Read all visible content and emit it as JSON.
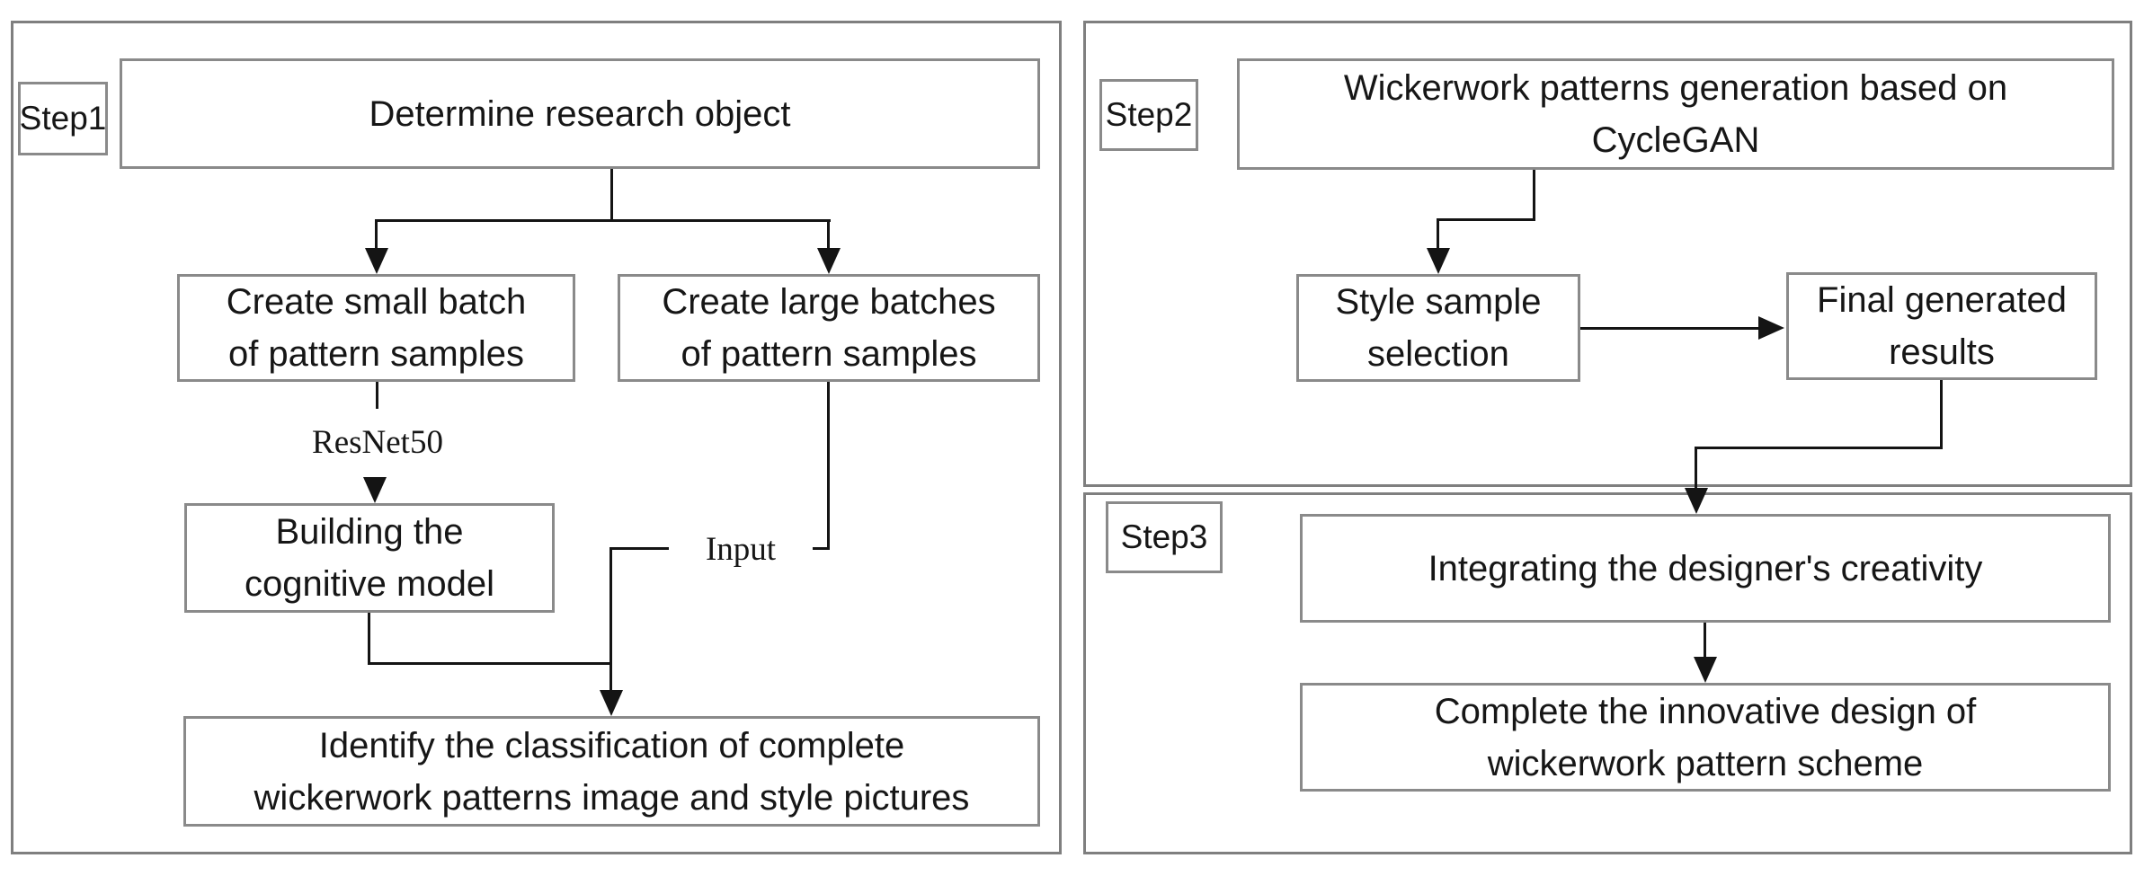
{
  "figure": {
    "colors": {
      "panel_border": "#7f7f7f",
      "box_border": "#8a8a8a",
      "line": "#141414",
      "text": "#161616",
      "background": "#ffffff"
    },
    "step1": {
      "tag": "Step1",
      "nodes": {
        "determine": "Determine research object",
        "small_batch": [
          "Create small batch",
          "of pattern samples"
        ],
        "large_batch": [
          "Create large batches",
          "of pattern samples"
        ],
        "building": [
          "Building the",
          "cognitive model"
        ],
        "identify": [
          "Identify the classification of complete",
          "wickerwork patterns image and style pictures"
        ]
      },
      "edge_labels": {
        "resnet": "ResNet50",
        "input": "Input"
      }
    },
    "step2": {
      "tag": "Step2",
      "nodes": {
        "wickerwork": [
          "Wickerwork patterns generation based on",
          "CycleGAN"
        ],
        "style_sample": [
          "Style sample",
          "selection"
        ],
        "final_results": [
          "Final generated",
          "results"
        ]
      }
    },
    "step3": {
      "tag": "Step3",
      "nodes": {
        "integrating": "Integrating the designer's creativity",
        "complete": [
          "Complete the innovative design of",
          "wickerwork pattern scheme"
        ]
      }
    }
  }
}
